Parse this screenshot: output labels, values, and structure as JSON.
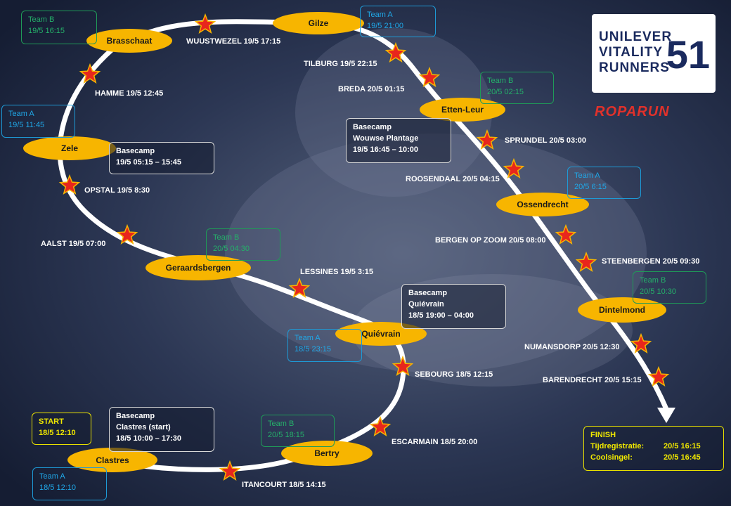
{
  "cities": [
    {
      "id": "brasschaat",
      "name": "Brasschaat"
    },
    {
      "id": "gilze",
      "name": "Gilze"
    },
    {
      "id": "etten-leur",
      "name": "Etten-Leur"
    },
    {
      "id": "zele",
      "name": "Zele"
    },
    {
      "id": "ossendrecht",
      "name": "Ossendrecht"
    },
    {
      "id": "geraardsbergen",
      "name": "Geraardsbergen"
    },
    {
      "id": "dintelmond",
      "name": "Dintelmond"
    },
    {
      "id": "quievrain",
      "name": "Quiévrain"
    },
    {
      "id": "clastres",
      "name": "Clastres"
    },
    {
      "id": "bertry",
      "name": "Bertry"
    }
  ],
  "waypoints": [
    {
      "id": "wuustwezel",
      "text": "WUUSTWEZEL   19/5 17:15"
    },
    {
      "id": "tilburg",
      "text": "TILBURG  19/5 22:15"
    },
    {
      "id": "breda",
      "text": "BREDA  20/5 01:15"
    },
    {
      "id": "hamme",
      "text": "HAMME  19/5 12:45"
    },
    {
      "id": "sprundel",
      "text": "SPRUNDEL 20/5 03:00"
    },
    {
      "id": "roosendaal",
      "text": "ROOSENDAAL 20/5 04:15"
    },
    {
      "id": "opstal",
      "text": "OPSTAL  19/5 8:30"
    },
    {
      "id": "aalst",
      "text": "AALST  19/5 07:00"
    },
    {
      "id": "bergen-op-zoom",
      "text": "BERGEN  OP ZOOM 20/5 08:00"
    },
    {
      "id": "steenbergen",
      "text": "STEENBERGEN  20/5 09:30"
    },
    {
      "id": "lessines",
      "text": "LESSINES  19/5 3:15"
    },
    {
      "id": "numansdorp",
      "text": "NUMANSDORP  20/5 12:30"
    },
    {
      "id": "sebourg",
      "text": "SEBOURG  18/5 12:15"
    },
    {
      "id": "barendrecht",
      "text": "BARENDRECHT  20/5 15:15"
    },
    {
      "id": "escarmain",
      "text": "ESCARMAIN  18/5 20:00"
    },
    {
      "id": "itancourt",
      "text": "ITANCOURT  18/5 14:15"
    }
  ],
  "teams": [
    {
      "id": "brasschaat",
      "team": "Team B",
      "time": "19/5   16:15"
    },
    {
      "id": "gilze",
      "team": "Team A",
      "time": "19/5   21:00"
    },
    {
      "id": "zele",
      "team": "Team A",
      "time": "19/5   11:45"
    },
    {
      "id": "etten-leur",
      "team": "Team B",
      "time": "20/5   02:15"
    },
    {
      "id": "ossendrecht",
      "team": "Team A",
      "time": "20/5   6:15"
    },
    {
      "id": "geraardsbergen",
      "team": "Team B",
      "time": "20/5   04:30"
    },
    {
      "id": "dintelmond",
      "team": "Team B",
      "time": "20/5   10:30"
    },
    {
      "id": "quievrain",
      "team": "Team A",
      "time": "18/5   23:15"
    },
    {
      "id": "bertry",
      "team": "Team B",
      "time": "20/5   18:15"
    },
    {
      "id": "clastres",
      "team": "Team A",
      "time": "18/5   12:10"
    }
  ],
  "basecamps": [
    {
      "id": "zele",
      "lines": [
        "Basecamp",
        "19/5   05:15 – 15:45"
      ]
    },
    {
      "id": "wouwse",
      "lines": [
        "Basecamp",
        "Wouwse Plantage",
        "19/5   16:45 – 10:00"
      ]
    },
    {
      "id": "quievrain",
      "lines": [
        "Basecamp",
        "Quiévrain",
        "18/5   19:00 – 04:00"
      ]
    },
    {
      "id": "clastres",
      "lines": [
        "Basecamp",
        "Clastres (start)",
        "18/5   10:00 – 17:30"
      ]
    }
  ],
  "start": {
    "title": "START",
    "time": "18/5 12:10"
  },
  "finish": {
    "title": "FINISH",
    "rows": [
      {
        "k": "Tijdregistratie:",
        "v": "20/5 16:15"
      },
      {
        "k": "Coolsingel:",
        "v": "20/5 16:45"
      }
    ]
  },
  "logo": {
    "line1": "UNILEVER",
    "line2": "VITALITY",
    "line3": "RUNNERS",
    "number": "51"
  },
  "sponsor": "ROPARUN",
  "colors": {
    "city": "#f7b500",
    "star": "#e8261d",
    "teamA": "#20a8e8",
    "teamB": "#25b06a",
    "highlight": "#f0e800"
  }
}
